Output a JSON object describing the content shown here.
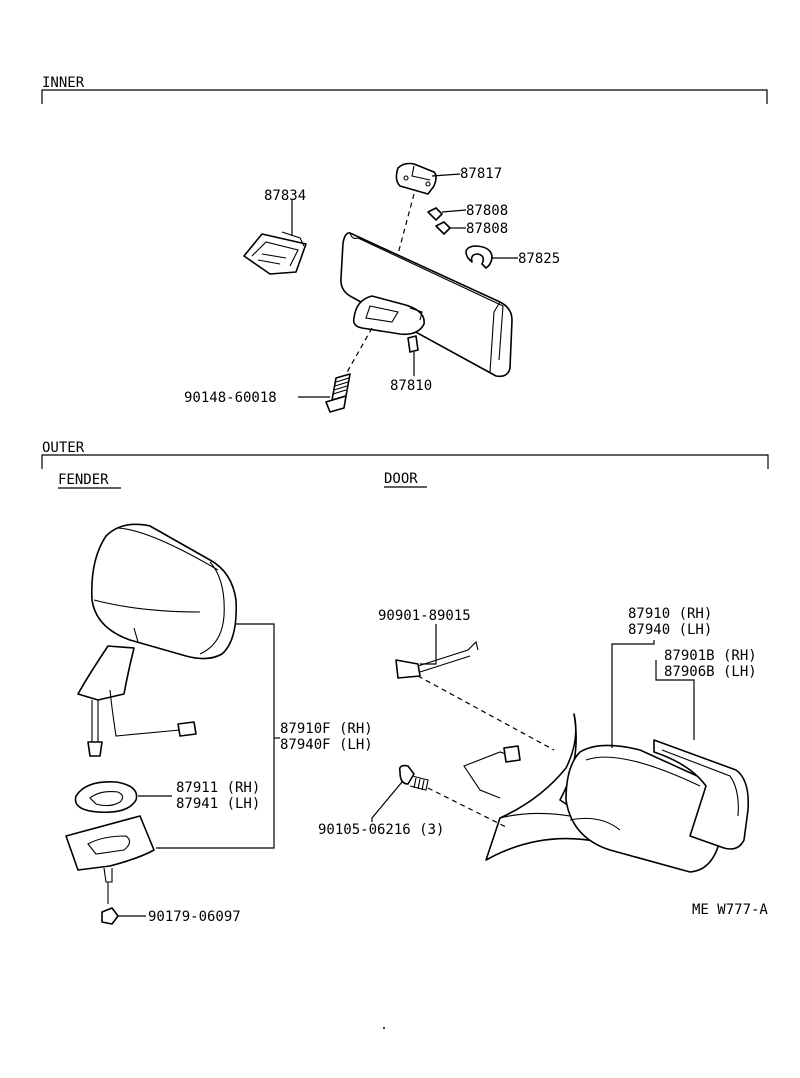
{
  "sections": {
    "inner": "INNER",
    "outer": "OUTER",
    "fender": "FENDER",
    "door": "DOOR"
  },
  "parts": {
    "p87834": "87834",
    "p87817": "87817",
    "p87808a": "87808",
    "p87808b": "87808",
    "p87825": "87825",
    "p87810": "87810",
    "p9014860018": "90148-60018",
    "p9090189015": "90901-89015",
    "p87910rh": "87910 (RH)",
    "p87940lh": "87940 (LH)",
    "p87901brh": "87901B (RH)",
    "p87906blh": "87906B (LH)",
    "p87910frh": "87910F (RH)",
    "p87940flh": "87940F (LH)",
    "p87911rh": "87911 (RH)",
    "p87941lh": "87941 (LH)",
    "p9010506216": "90105-06216 (3)",
    "p9017906097": "90179-06097"
  },
  "diagram_code": "ME W777-A"
}
